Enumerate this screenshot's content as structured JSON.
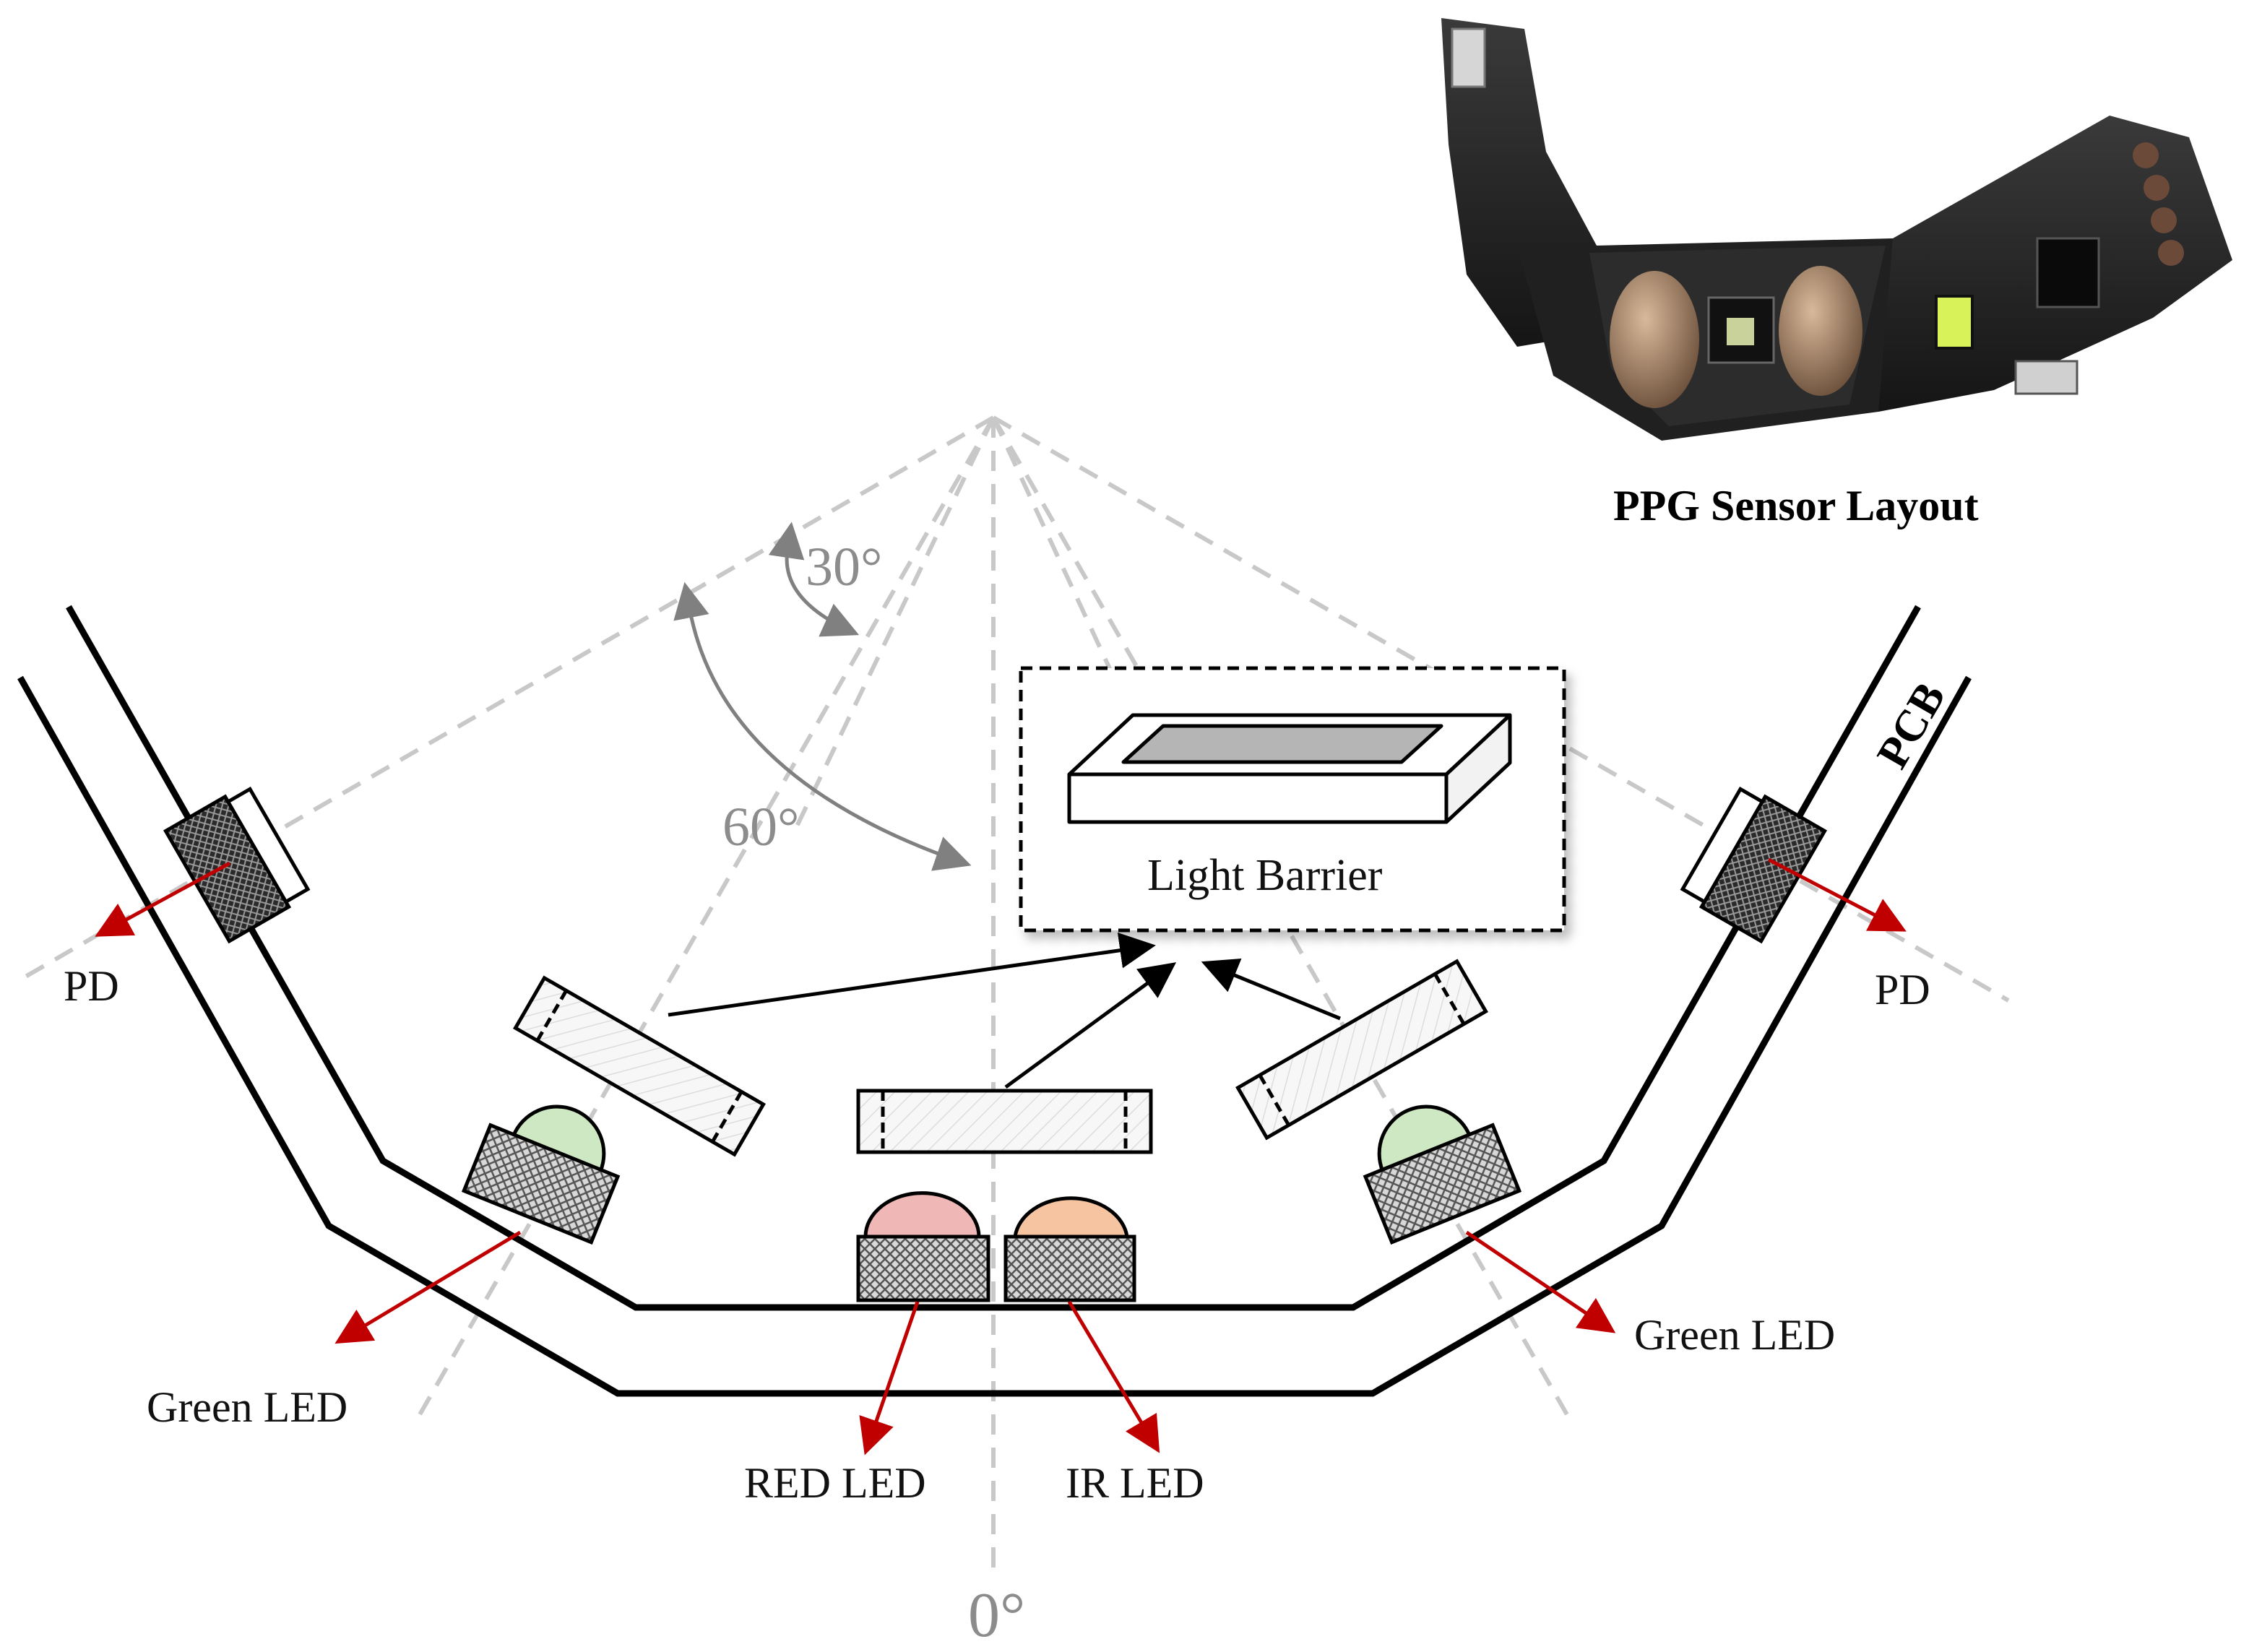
{
  "labels": {
    "pd_left": "PD",
    "pd_right": "PD",
    "green_led_left": "Green LED",
    "green_led_right": "Green LED",
    "red_led": "RED LED",
    "ir_led": "IR LED",
    "light_barrier": "Light Barrier",
    "pcb": "PCB",
    "photo_caption": "PPG Sensor Layout"
  },
  "angles": {
    "a0": "0°",
    "a30": "30°",
    "a60": "60°"
  },
  "colors": {
    "pcb_line": "#000000",
    "guide_dashed": "#c8c8c8",
    "angle_arrow": "#808080",
    "callout_arrow": "#c00000",
    "green_led_dome": "#cfe8c4",
    "red_led_dome": "#f0b7b7",
    "ir_led_dome": "#f6c4a0",
    "barrier_inner": "#b5b5b5"
  }
}
